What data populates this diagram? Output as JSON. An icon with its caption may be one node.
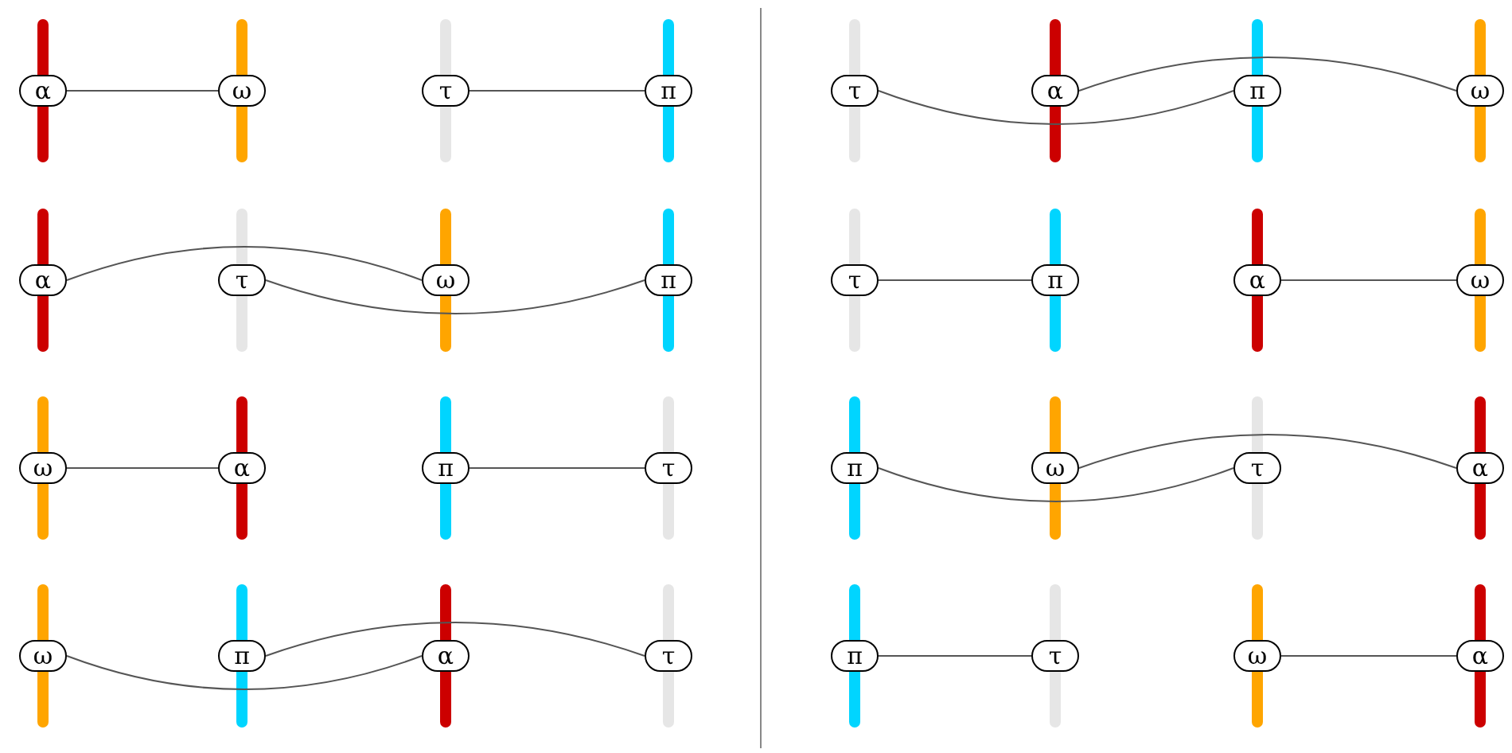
{
  "diagram": {
    "nodes": [
      {
        "text": [
          "α"
        ]
      },
      {
        "text": [
          "ω"
        ]
      },
      {
        "text": [
          "τ"
        ]
      },
      {
        "text": [
          "π"
        ]
      },
      {
        "text": [
          "α"
        ]
      },
      {
        "text": [
          "τ"
        ]
      },
      {
        "text": [
          "ω"
        ]
      },
      {
        "text": [
          "π"
        ]
      },
      {
        "text": [
          "ω"
        ]
      },
      {
        "text": [
          "α"
        ]
      },
      {
        "text": [
          "π"
        ]
      },
      {
        "text": [
          "τ"
        ]
      },
      {
        "text": [
          "ω"
        ]
      },
      {
        "text": [
          "π"
        ]
      },
      {
        "text": [
          "α"
        ]
      },
      {
        "text": [
          "τ"
        ]
      },
      {
        "text": [
          "τ"
        ]
      },
      {
        "text": [
          "α"
        ]
      },
      {
        "text": [
          "π"
        ]
      },
      {
        "text": [
          "ω"
        ]
      },
      {
        "text": [
          "τ"
        ]
      },
      {
        "text": [
          "π"
        ]
      },
      {
        "text": [
          "α"
        ]
      },
      {
        "text": [
          "ω"
        ]
      },
      {
        "text": [
          "π"
        ]
      },
      {
        "text": [
          "ω"
        ]
      },
      {
        "text": [
          "τ"
        ]
      },
      {
        "text": [
          "α"
        ]
      },
      {
        "text": [
          "π"
        ]
      },
      {
        "text": [
          "τ"
        ]
      },
      {
        "text": [
          "ω"
        ]
      },
      {
        "text": [
          "α"
        ]
      }
    ],
    "edges": [
      {
        "from": 0,
        "to": 1,
        "arrow": "none"
      },
      {
        "from": 2,
        "to": 3,
        "arrow": "none"
      },
      {
        "from": 4,
        "to": 6,
        "arrow": "none"
      },
      {
        "from": 5,
        "to": 7,
        "arrow": "none"
      },
      {
        "from": 8,
        "to": 9,
        "arrow": "none"
      },
      {
        "from": 10,
        "to": 11,
        "arrow": "none"
      },
      {
        "from": 12,
        "to": 14,
        "arrow": "none"
      },
      {
        "from": 13,
        "to": 15,
        "arrow": "none"
      },
      {
        "from": 16,
        "to": 18,
        "arrow": "none"
      },
      {
        "from": 17,
        "to": 19,
        "arrow": "none"
      },
      {
        "from": 20,
        "to": 21,
        "arrow": "none"
      },
      {
        "from": 22,
        "to": 23,
        "arrow": "none"
      },
      {
        "from": 24,
        "to": 26,
        "arrow": "none"
      },
      {
        "from": 25,
        "to": 27,
        "arrow": "none"
      },
      {
        "from": 28,
        "to": 29,
        "arrow": "none"
      },
      {
        "from": 30,
        "to": 31,
        "arrow": "none"
      }
    ]
  }
}
